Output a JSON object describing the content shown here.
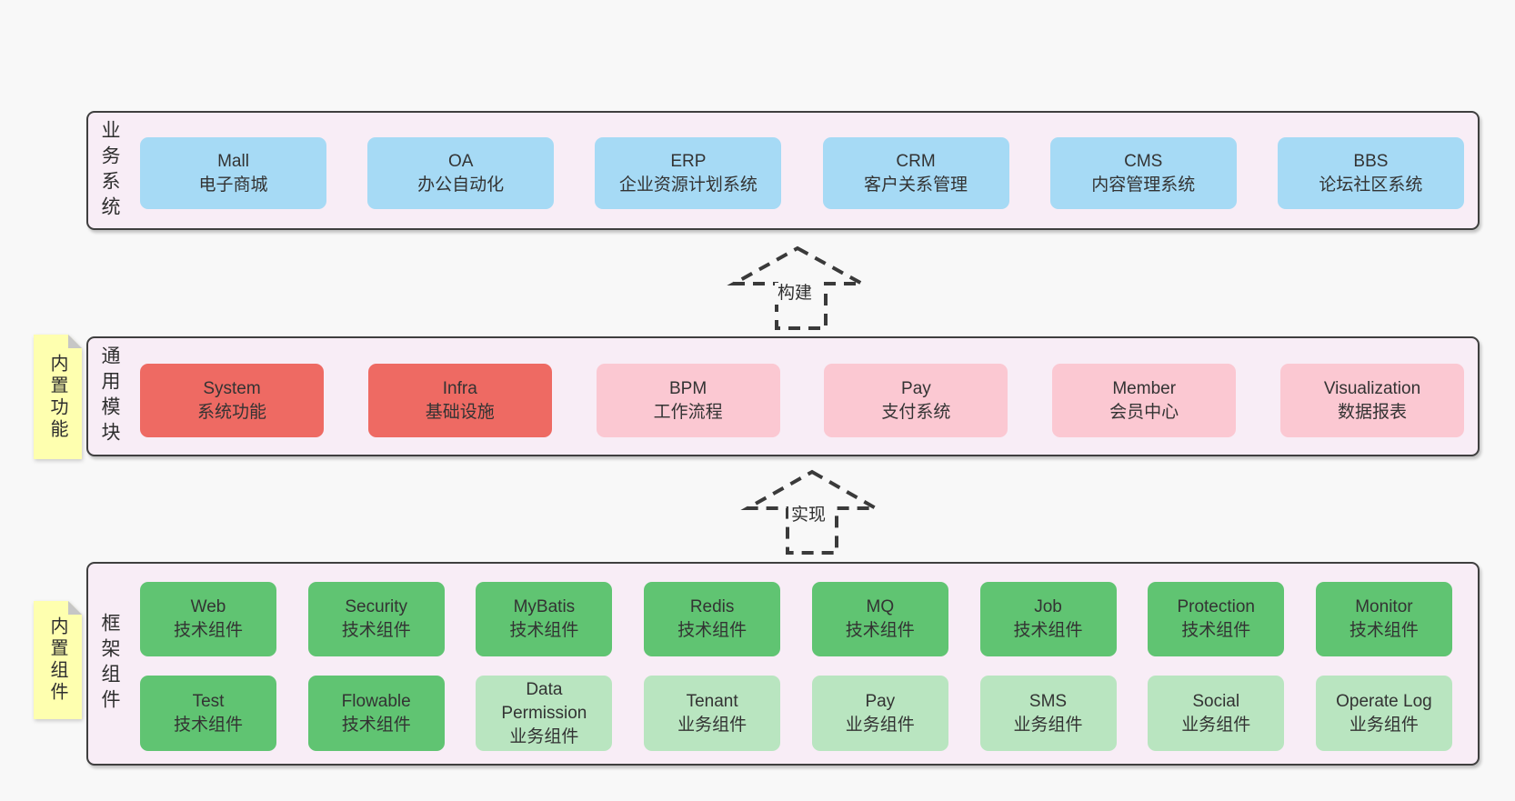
{
  "colors": {
    "page_background": "#f8f8f8",
    "layer_background": "#f8edf6",
    "layer_border": "#3f3f3f",
    "business_box": "#a6daf5",
    "core_module_box": "#ee6a63",
    "optional_module_box": "#fbc8d2",
    "tech_component_box": "#60c472",
    "biz_component_box": "#b9e5c0",
    "sticky_note": "#feffaf",
    "text": "#333333"
  },
  "arrows": [
    {
      "label": "构建"
    },
    {
      "label": "实现"
    }
  ],
  "layers": [
    {
      "label": "业务系统",
      "items": [
        {
          "name": "Mall",
          "desc": "电子商城"
        },
        {
          "name": "OA",
          "desc": "办公自动化"
        },
        {
          "name": "ERP",
          "desc": "企业资源计划系统"
        },
        {
          "name": "CRM",
          "desc": "客户关系管理"
        },
        {
          "name": "CMS",
          "desc": "内容管理系统"
        },
        {
          "name": "BBS",
          "desc": "论坛社区系统"
        }
      ]
    },
    {
      "label": "通用模块",
      "sticky": "内置功能",
      "items": [
        {
          "name": "System",
          "desc": "系统功能"
        },
        {
          "name": "Infra",
          "desc": "基础设施"
        },
        {
          "name": "BPM",
          "desc": "工作流程"
        },
        {
          "name": "Pay",
          "desc": "支付系统"
        },
        {
          "name": "Member",
          "desc": "会员中心"
        },
        {
          "name": "Visualization",
          "desc": "数据报表"
        }
      ]
    },
    {
      "label": "框架组件",
      "sticky": "内置组件",
      "rows": [
        [
          {
            "name": "Web",
            "desc": "技术组件"
          },
          {
            "name": "Security",
            "desc": "技术组件"
          },
          {
            "name": "MyBatis",
            "desc": "技术组件"
          },
          {
            "name": "Redis",
            "desc": "技术组件"
          },
          {
            "name": "MQ",
            "desc": "技术组件"
          },
          {
            "name": "Job",
            "desc": "技术组件"
          },
          {
            "name": "Protection",
            "desc": "技术组件"
          },
          {
            "name": "Monitor",
            "desc": "技术组件"
          }
        ],
        [
          {
            "name": "Test",
            "desc": "技术组件"
          },
          {
            "name": "Flowable",
            "desc": "技术组件"
          },
          {
            "name": "Data Permission",
            "desc": "业务组件"
          },
          {
            "name": "Tenant",
            "desc": "业务组件"
          },
          {
            "name": "Pay",
            "desc": "业务组件"
          },
          {
            "name": "SMS",
            "desc": "业务组件"
          },
          {
            "name": "Social",
            "desc": "业务组件"
          },
          {
            "name": "Operate Log",
            "desc": "业务组件"
          }
        ]
      ]
    }
  ]
}
